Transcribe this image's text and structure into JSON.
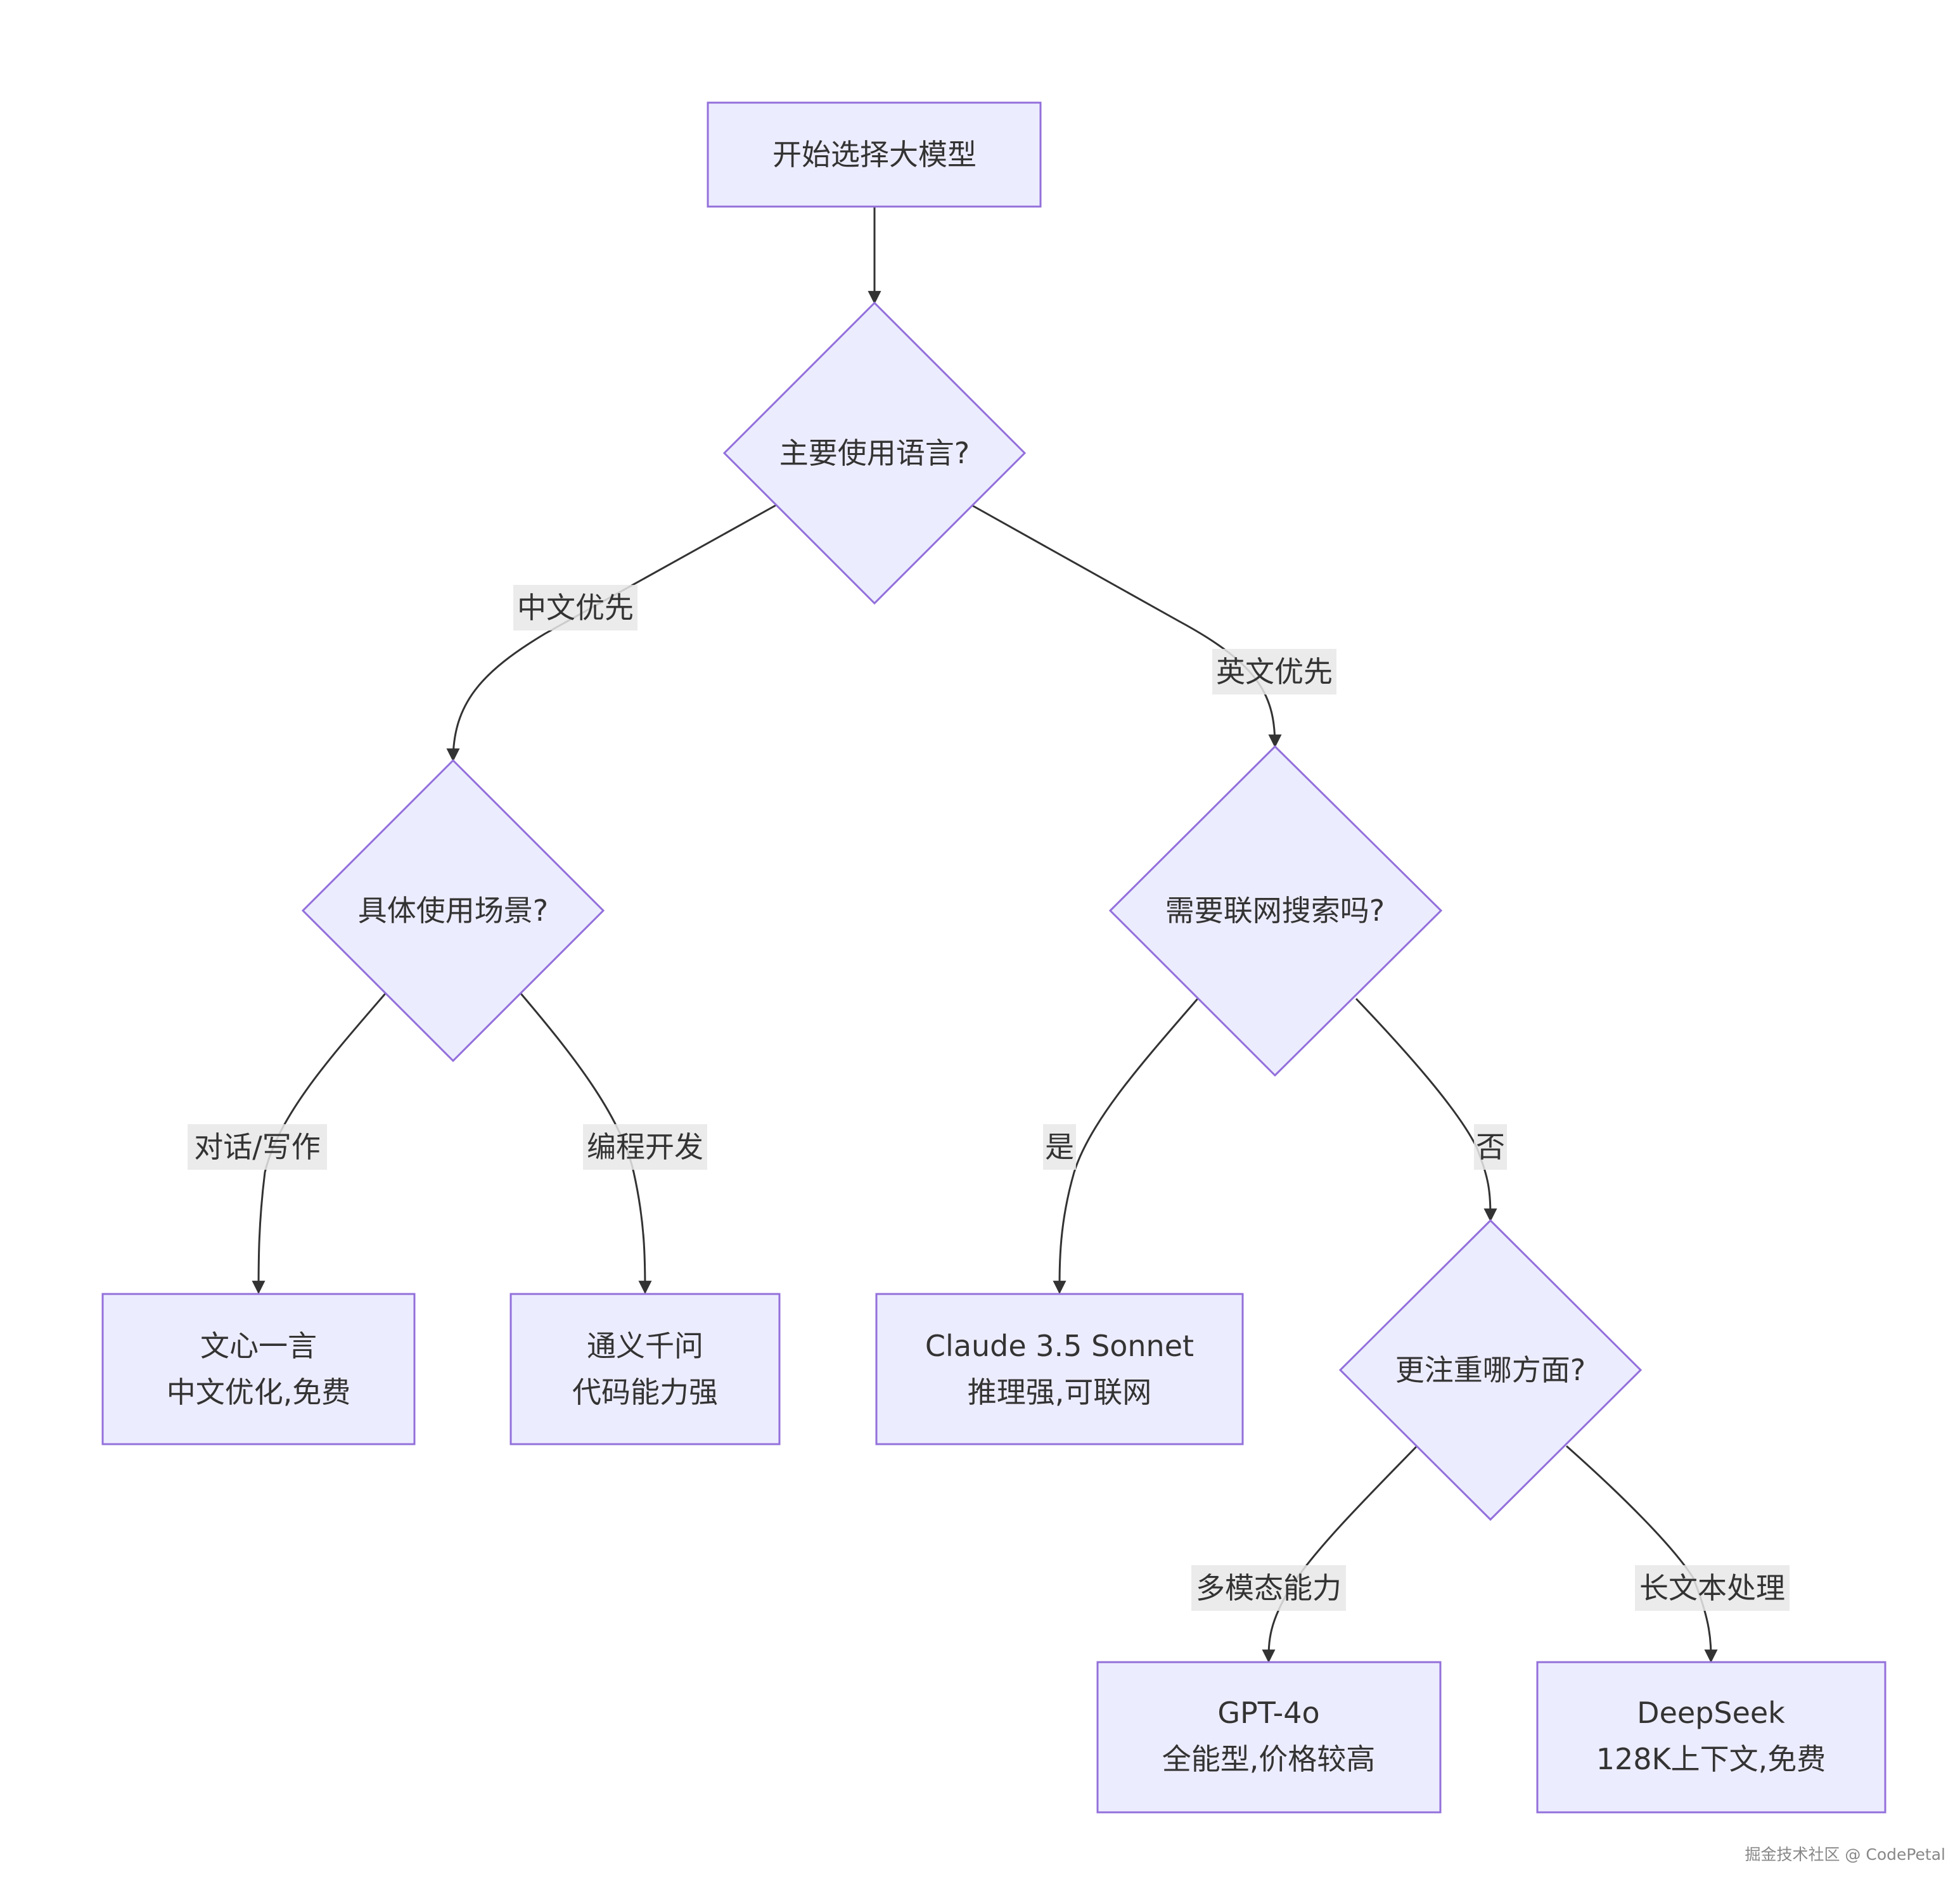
{
  "nodes": {
    "start": {
      "text": "开始选择大模型"
    },
    "lang": {
      "text": "主要使用语言?"
    },
    "scene": {
      "text": "具体使用场景?"
    },
    "search": {
      "text": "需要联网搜索吗?"
    },
    "wenxin": {
      "line1": "文心一言",
      "line2": "中文优化,免费"
    },
    "tongyi": {
      "line1": "通义千问",
      "line2": "代码能力强"
    },
    "claude": {
      "line1": "Claude 3.5 Sonnet",
      "line2": "推理强,可联网"
    },
    "focus": {
      "text": "更注重哪方面?"
    },
    "gpt": {
      "line1": "GPT-4o",
      "line2": "全能型,价格较高"
    },
    "deepseek": {
      "line1": "DeepSeek",
      "line2": "128K上下文,免费"
    }
  },
  "edge_labels": {
    "zh": "中文优先",
    "en": "英文优先",
    "chat": "对话/写作",
    "code": "编程开发",
    "yes": "是",
    "no": "否",
    "multi": "多模态能力",
    "long": "长文本处理"
  },
  "watermark": "掘金技术社区 @ CodePetal",
  "colors": {
    "node_fill": "#ECECFF",
    "node_stroke": "#9370DB",
    "edge": "#333333",
    "label_bg": "#E8E8E8"
  }
}
